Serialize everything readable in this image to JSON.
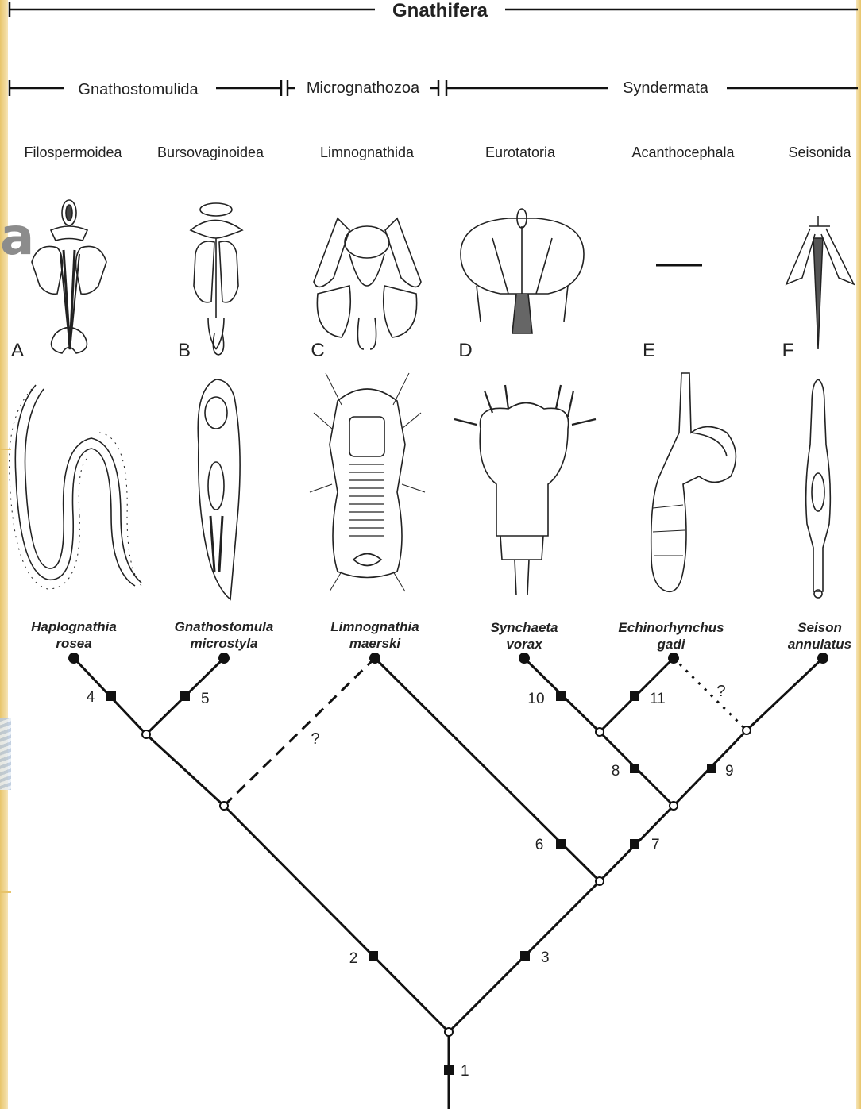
{
  "header": {
    "clade": "Gnathifera",
    "subclades": [
      "Gnathostomulida",
      "Micrognathozoa",
      "Syndermata"
    ]
  },
  "groups": [
    "Filospermoidea",
    "Bursovaginoidea",
    "Limnognathida",
    "Eurotatoria",
    "Acanthocephala",
    "Seisonida"
  ],
  "panel_letters": [
    "A",
    "B",
    "C",
    "D",
    "E",
    "F"
  ],
  "species": [
    {
      "genus": "Haplognathia",
      "epithet": "rosea"
    },
    {
      "genus": "Gnathostomula",
      "epithet": "microstyla"
    },
    {
      "genus": "Limnognathia",
      "epithet": "maerski"
    },
    {
      "genus": "Synchaeta",
      "epithet": "vorax"
    },
    {
      "genus": "Echinorhynchus",
      "epithet": "gadi"
    },
    {
      "genus": "Seison",
      "epithet": "annulatus"
    }
  ],
  "branch_numbers": [
    "1",
    "2",
    "3",
    "4",
    "5",
    "6",
    "7",
    "8",
    "9",
    "10",
    "11"
  ],
  "uncertain_marks": [
    "?",
    "?"
  ],
  "ghost_letter": "a",
  "colors": {
    "line": "#111111",
    "background": "#ffffff",
    "border": "#e8c56b"
  }
}
